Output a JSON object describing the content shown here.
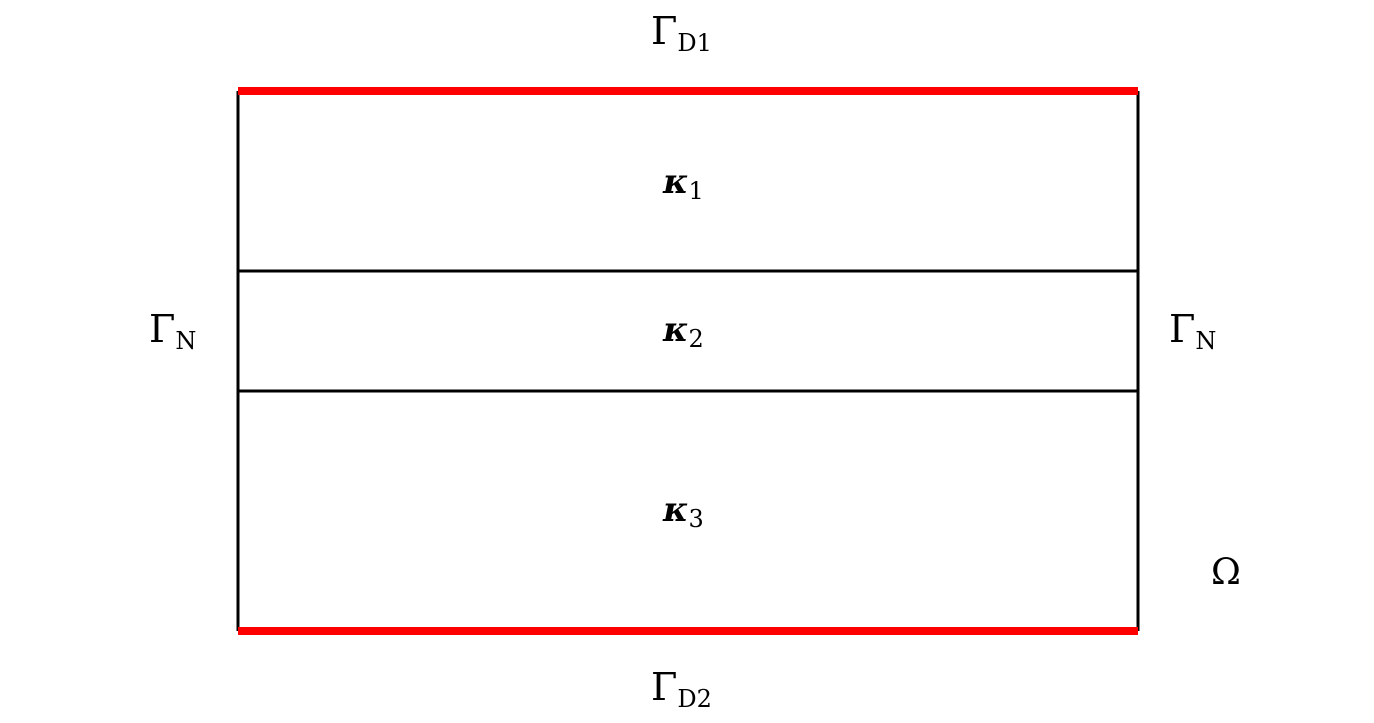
{
  "boundaries": {
    "top": {
      "symbol": "Γ",
      "subscript": "D1"
    },
    "bottom": {
      "symbol": "Γ",
      "subscript": "D2"
    },
    "left": {
      "symbol": "Γ",
      "subscript": "N"
    },
    "right": {
      "symbol": "Γ",
      "subscript": "N"
    }
  },
  "layers": [
    {
      "symbol": "κ",
      "subscript": "1"
    },
    {
      "symbol": "κ",
      "subscript": "2"
    },
    {
      "symbol": "κ",
      "subscript": "3"
    }
  ],
  "domain_label": "Ω",
  "colors": {
    "dirichlet": "#ff0000",
    "outline": "#000000",
    "background": "#ffffff"
  }
}
